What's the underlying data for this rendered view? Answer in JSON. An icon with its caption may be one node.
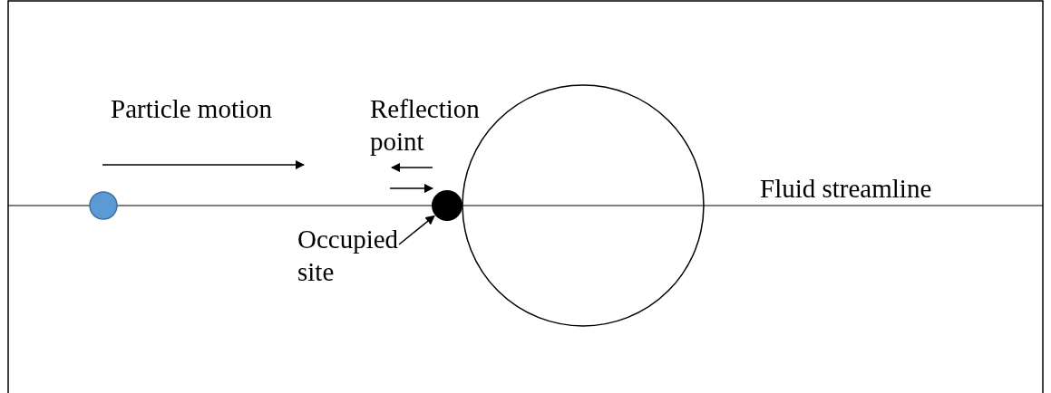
{
  "diagram": {
    "nodes": [
      {
        "text": [
          "Occupied site"
        ]
      },
      {
        "text": [],
        "shape": "circle"
      },
      {
        "text": [],
        "shape": "circle"
      },
      {
        "text": [],
        "shape": "circle"
      }
    ],
    "edges": [
      {
        "from": 0,
        "to": 2,
        "arrow": "to"
      }
    ],
    "labels": [
      "Reflection point",
      "Particle motion",
      "Fluid streamline"
    ]
  }
}
